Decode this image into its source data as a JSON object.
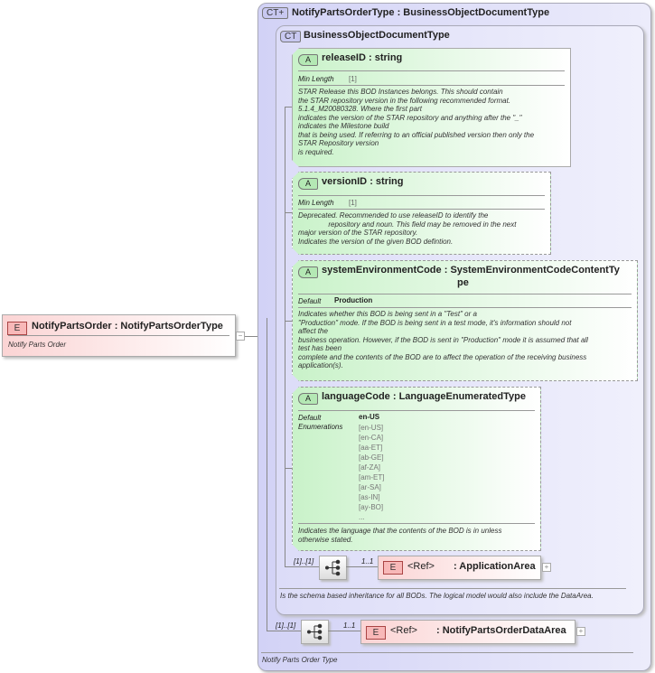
{
  "root": {
    "badge": "E",
    "name": "NotifyPartsOrder",
    "type": ": NotifyPartsOrderType",
    "doc": "Notify Parts Order",
    "collapse": "−"
  },
  "outer": {
    "badge": "CT+",
    "name": "NotifyPartsOrderType",
    "type": ": BusinessObjectDocumentType",
    "doc": "Notify Parts Order Type",
    "sequence": {
      "cardinality": "[1]..[1]",
      "occurs": "1..1",
      "element": {
        "badge": "E",
        "ref": "<Ref>",
        "name": ": NotifyPartsOrderDataArea",
        "expand": "+"
      }
    }
  },
  "inner": {
    "badge": "CT",
    "name": "BusinessObjectDocumentType",
    "doc": "Is the schema based inheritance for all BODs. The logical model would also include the DataArea.",
    "sequence": {
      "cardinality": "[1]..[1]",
      "occurs": "1..1",
      "element": {
        "badge": "E",
        "ref": "<Ref>",
        "name": ": ApplicationArea",
        "expand": "+"
      }
    }
  },
  "attributes": [
    {
      "badge": "A",
      "name": "releaseID",
      "type": ": string",
      "facet_label": "Min Length",
      "facet_value": "[1]",
      "doc": "STAR Release this BOD Instances belongs. This should contain\nthe STAR repository version in the following recommended format.\n5.1.4_M20080328. Where the first part\nindicates the version of the STAR repository and anything after the \"_\"\nindicates the Milestone build\nthat is being used. If referring to an official published version then only the\nSTAR Repository version\nis required."
    },
    {
      "badge": "A",
      "name": "versionID",
      "type": ": string",
      "facet_label": "Min Length",
      "facet_value": "[1]",
      "doc": "Deprecated. Recommended to use releaseID to identify the\n               repository and noun. This field may be removed in the next\nmajor version of the STAR repository.\nIndicates the version of the given BOD defintion."
    },
    {
      "badge": "A",
      "name": "systemEnvironmentCode",
      "type": ": SystemEnvironmentCodeContentTy",
      "type2": "pe",
      "facet_label": "Default",
      "facet_value": "Production",
      "doc": "Indicates whether this BOD is being sent in a \"Test\" or a\n\"Production\" mode. If the BOD is being sent in a test mode, it's information should not\naffect the\nbusiness operation. However, if the BOD is sent in \"Production\" mode it is assumed that all\ntest has been\ncomplete and the contents of the BOD are to affect the operation of the receiving business\napplication(s)."
    },
    {
      "badge": "A",
      "name": "languageCode",
      "type": ": LanguageEnumeratedType",
      "facet_label": "Default",
      "facet_value": "en-US",
      "enum_label": "Enumerations",
      "enumerations": [
        "[en-US]",
        "[en-CA]",
        "[aa-ET]",
        "[ab-GE]",
        "[af-ZA]",
        "[am-ET]",
        "[ar-SA]",
        "[as-IN]",
        "[ay-BO]",
        "..."
      ],
      "doc": "Indicates the language that the contents of the BOD is in unless\notherwise stated."
    }
  ]
}
